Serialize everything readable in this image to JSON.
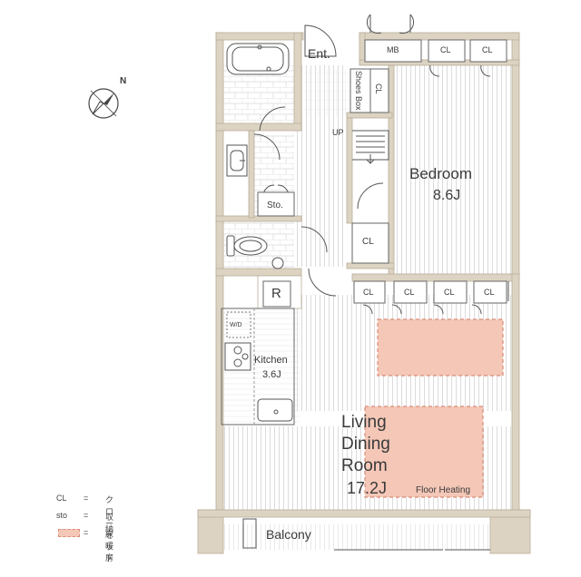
{
  "labels": {
    "entrance": "Ent.",
    "mb": "MB",
    "shoes_box": "Shoes Box",
    "cl": "CL",
    "up": "UP",
    "bedroom": "Bedroom",
    "bedroom_size": "8.6J",
    "sto": "Sto.",
    "fridge": "R",
    "wd": "W/D",
    "kitchen": "Kitchen",
    "kitchen_size": "3.6J",
    "living_line1": "Living",
    "living_line2": "Dining",
    "living_line3": "Room",
    "living_size": "17.2J",
    "floor_heating": "Floor Heating",
    "balcony": "Balcony",
    "compass_n": "N"
  },
  "legend": {
    "cl_key": "CL",
    "cl_value": "クローゼット",
    "sto_key": "sto",
    "sto_value": "収納",
    "heat_value": "床暖房",
    "equals": "="
  },
  "colors": {
    "wall": "#dcd3c2",
    "wall_edge": "#b9ad98",
    "floor_line": "#d6d6d6",
    "floor_heating": "#f4c7b7",
    "floor_heating_edge": "#d98c78"
  }
}
